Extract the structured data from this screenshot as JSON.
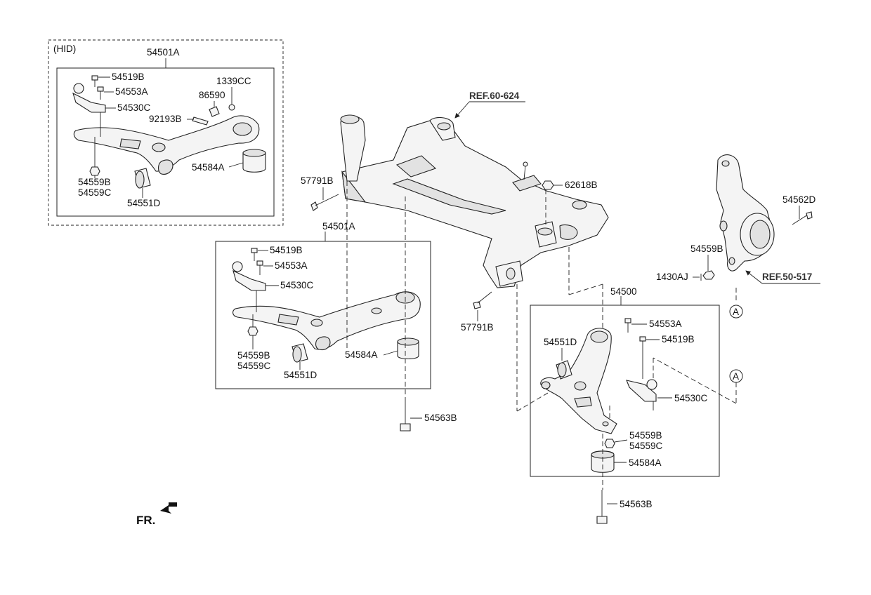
{
  "labels": {
    "hid": "(HID)",
    "top_assembly": "54501A",
    "top_bolt_ball": "54519B",
    "top_bolt_a": "54553A",
    "top_balljoint": "54530C",
    "top_grommet": "1339CC",
    "top_sensor": "86590",
    "top_screw": "92193B",
    "top_bushing_rear": "54584A",
    "top_nut": "54559B",
    "top_nut_alt": "54559C",
    "top_bushing_front": "54551D",
    "left_bolt_57791": "57791B",
    "mid_assembly": "54501A",
    "mid_bolt_ball": "54519B",
    "mid_bolt_a": "54553A",
    "mid_balljoint": "54530C",
    "mid_nut": "54559B",
    "mid_nut_alt": "54559C",
    "mid_bushing_front": "54551D",
    "mid_bushing_rear": "54584A",
    "mid_long_bolt": "54563B",
    "ref_subframe": "REF.60-624",
    "subframe_nut": "62618B",
    "lower_bolt_57791": "57791B",
    "knuckle_bolt": "54562D",
    "knuckle_nut": "54559B",
    "knuckle_pin": "1430AJ",
    "ref_knuckle": "REF.50-517",
    "marker_a1": "A",
    "marker_a2": "A",
    "right_assembly": "54500",
    "right_bolt_a": "54553A",
    "right_bushing_front": "54551D",
    "right_bolt_ball": "54519B",
    "right_balljoint": "54530C",
    "right_nut": "54559B",
    "right_nut_alt": "54559C",
    "right_bushing_rear": "54584A",
    "right_long_bolt": "54563B",
    "fr": "FR."
  }
}
